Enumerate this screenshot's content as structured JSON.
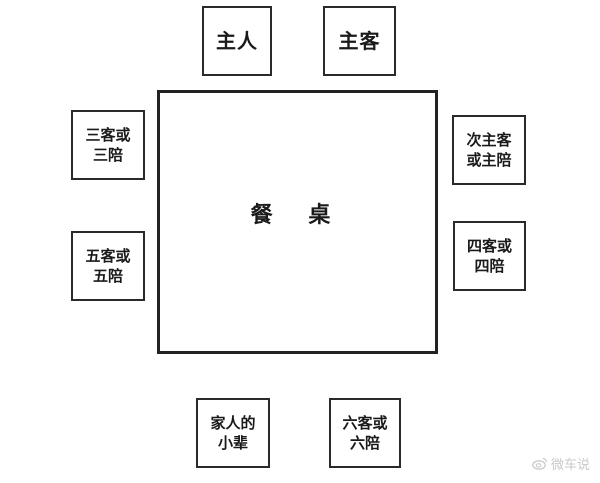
{
  "table": {
    "label": "餐 桌"
  },
  "seats": {
    "host": "主人",
    "main_guest": "主客",
    "third": "三客或\n三陪",
    "second_host": "次主客\n或主陪",
    "fifth": "五客或\n五陪",
    "fourth": "四客或\n四陪",
    "family": "家人的\n小辈",
    "sixth": "六客或\n六陪"
  },
  "watermark": {
    "text": "微车说",
    "icon": "weibo-icon"
  }
}
